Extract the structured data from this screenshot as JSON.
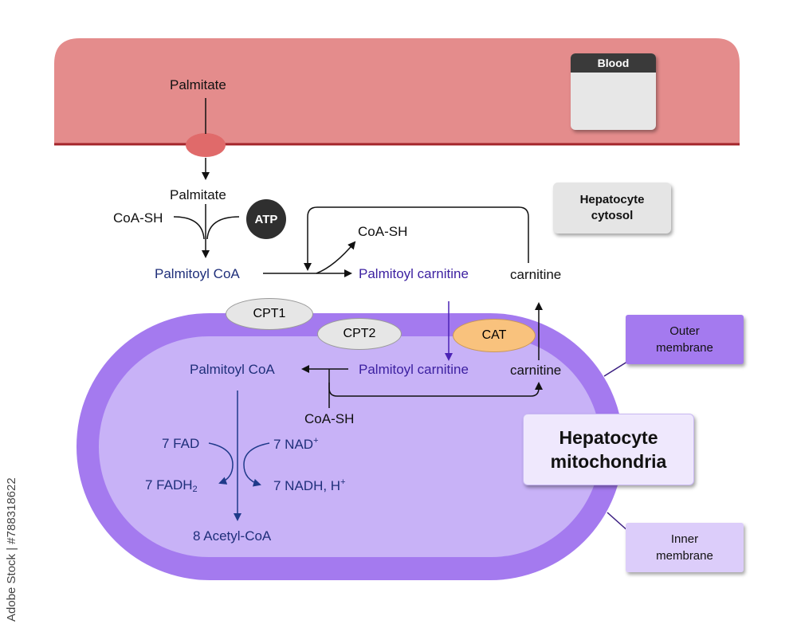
{
  "blood": {
    "compartment_label": "Blood",
    "palmitate": "Palmitate"
  },
  "cytosol": {
    "compartment_label": "Hepatocyte cytosol",
    "palmitate": "Palmitate",
    "coa_sh_in": "CoA-SH",
    "atp": "ATP",
    "palmitoyl_coa": "Palmitoyl CoA",
    "coa_sh_out": "CoA-SH",
    "palmitoyl_carnitine": "Palmitoyl carnitine",
    "carnitine": "carnitine"
  },
  "transporters": {
    "cpt1": "CPT1",
    "cpt2": "CPT2",
    "cat": "CAT"
  },
  "mitochondria": {
    "compartment_label": "Hepatocyte mitochondria",
    "palmitoyl_coa": "Palmitoyl CoA",
    "palmitoyl_carnitine": "Palmitoyl carnitine",
    "carnitine": "carnitine",
    "coa_sh": "CoA-SH",
    "fad": "7 FAD",
    "fadh2_base": "7 FADH",
    "fadh2_sub": "2",
    "nad_base": "7 NAD",
    "nad_sup": "+",
    "nadh_base": "7 NADH, H",
    "nadh_sup": "+",
    "acetyl_coa": "8 Acetyl-CoA"
  },
  "legend": {
    "outer_membrane": "Outer membrane",
    "inner_membrane": "Inner membrane"
  },
  "watermark": "Adobe Stock | #788318622",
  "colors": {
    "blood_fill": "#e48c8c",
    "blood_line": "#a3242a",
    "outer_membrane": "#a47aef",
    "inner_membrane": "#c8b2f7",
    "cat_fill": "#f9c27d",
    "enzyme_fill": "#e6e6e6",
    "text_blue": "#1f2f7a",
    "text_purple": "#3b1fa0"
  }
}
